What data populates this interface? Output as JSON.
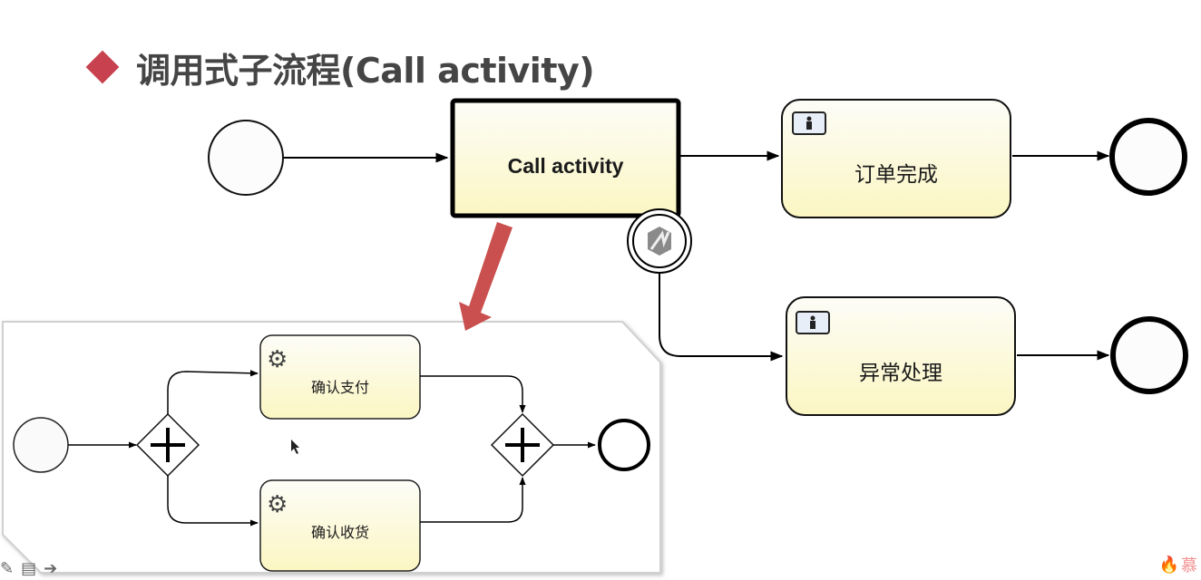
{
  "slide": {
    "title": "调用式子流程(Call activity)",
    "accent_color": "#c8414f"
  },
  "main_process": {
    "call_activity": {
      "label": "Call activity"
    },
    "tasks": [
      {
        "label": "订单完成",
        "type": "user-task"
      },
      {
        "label": "异常处理",
        "type": "user-task"
      }
    ],
    "boundary_event": {
      "type": "error-boundary-event"
    }
  },
  "subprocess": {
    "tasks": [
      {
        "label": "确认支付",
        "type": "service-task"
      },
      {
        "label": "确认收货",
        "type": "service-task"
      }
    ],
    "gateways": [
      {
        "type": "parallel-gateway-split"
      },
      {
        "type": "parallel-gateway-join"
      }
    ]
  },
  "watermark": {
    "text": "慕"
  },
  "colors": {
    "task_fill_top": "#fdfdf6",
    "task_fill_bottom": "#fbf7c4",
    "arrow_red": "#c9504f"
  }
}
